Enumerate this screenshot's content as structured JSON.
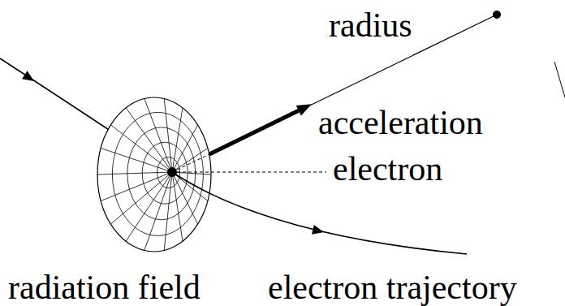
{
  "diagram": {
    "labels": [
      "radius",
      "acceleration",
      "electron",
      "radiation field",
      "electron trajectory"
    ]
  }
}
